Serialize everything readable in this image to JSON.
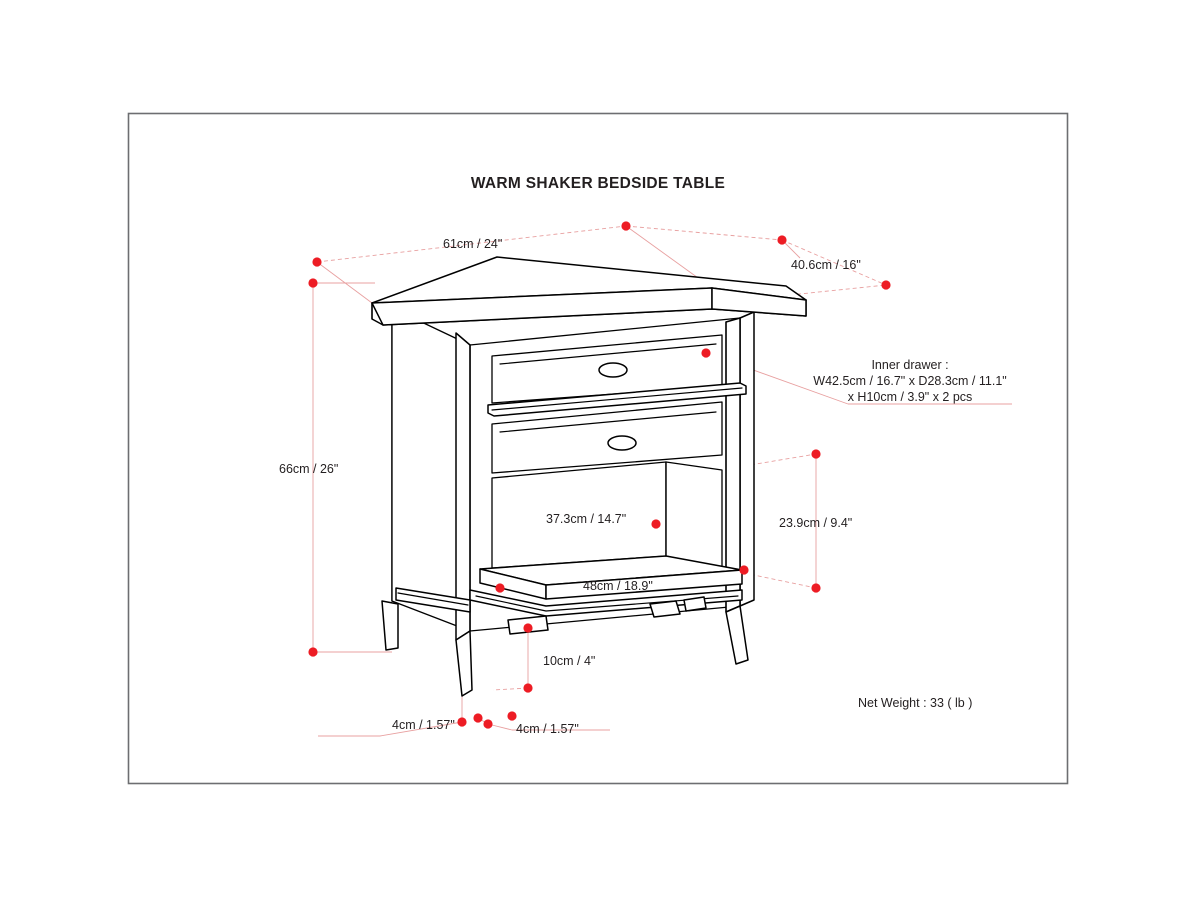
{
  "sheet": {
    "title": "WARM SHAKER BEDSIDE TABLE",
    "border_color": "#6d6e71",
    "background_color": "#ffffff",
    "dimension_marker_color": "#ed1c24",
    "leader_line_color": "#e8a0a0"
  },
  "dimensions": {
    "width_top": "61cm / 24\"",
    "depth_top": "40.6cm / 16\"",
    "height_overall": "66cm / 26\"",
    "shelf_opening_height": "37.3cm / 14.7\"",
    "shelf_depth": "23.9cm / 9.4\"",
    "shelf_width": "48cm / 18.9\"",
    "leg_clearance": "10cm / 4\"",
    "leg_thickness_left": "4cm / 1.57\"",
    "leg_thickness_right": "4cm / 1.57\""
  },
  "notes": {
    "inner_drawer_line1": "Inner drawer :",
    "inner_drawer_line2": "W42.5cm / 16.7\" x D28.3cm / 11.1\"",
    "inner_drawer_line3": "x H10cm / 3.9\" x 2 pcs",
    "net_weight": "Net Weight : 33 ( lb )"
  },
  "product": {
    "parts": [
      "table-top",
      "upper-drawer",
      "lower-drawer",
      "drawer-pull-upper",
      "drawer-pull-lower",
      "middle-rail",
      "bottom-shelf",
      "front-left-leg",
      "front-right-leg",
      "rear-left-leg",
      "rear-right-leg"
    ]
  }
}
